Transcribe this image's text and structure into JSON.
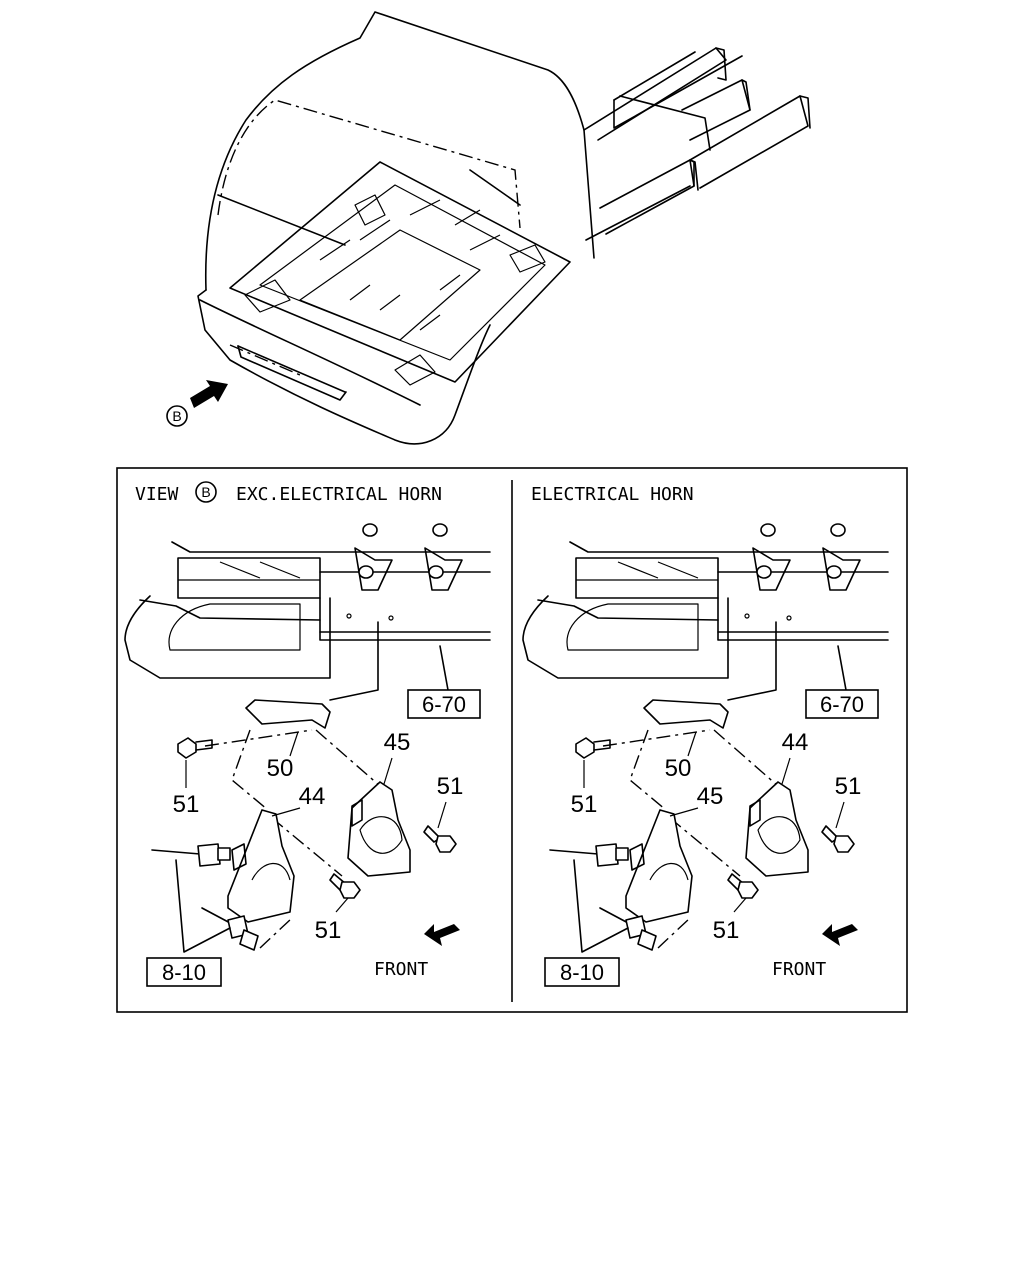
{
  "overview": {
    "view_marker": "B"
  },
  "left_panel": {
    "title_prefix": "VIEW",
    "title_marker": "B",
    "title_suffix": "EXC.ELECTRICAL HORN",
    "ref_box_top": "6-70",
    "ref_box_bottom": "8-10",
    "callouts": {
      "bracket": "50",
      "horn_low": "44",
      "horn_high": "45",
      "bolt_left": "51",
      "bolt_right": "51",
      "bolt_center": "51"
    },
    "direction_label": "FRONT"
  },
  "right_panel": {
    "title": "ELECTRICAL HORN",
    "ref_box_top": "6-70",
    "ref_box_bottom": "8-10",
    "callouts": {
      "bracket": "50",
      "horn_low": "45",
      "horn_high": "44",
      "bolt_left": "51",
      "bolt_right": "51",
      "bolt_center": "51"
    },
    "direction_label": "FRONT"
  }
}
